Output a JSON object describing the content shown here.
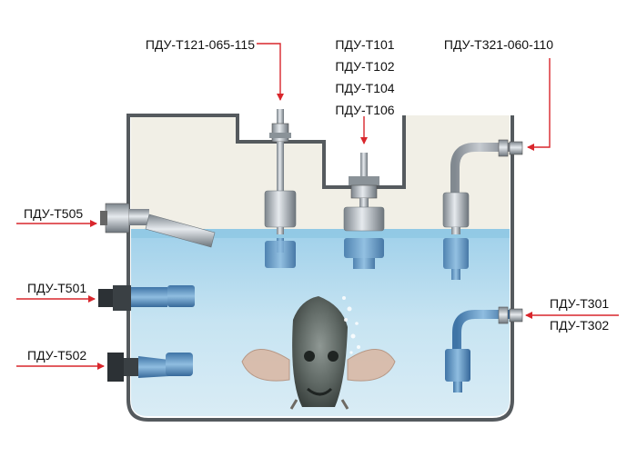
{
  "labels": {
    "top_left": "ПДУ-Т121-065-115",
    "top_mid": [
      "ПДУ-Т101",
      "ПДУ-Т102",
      "ПДУ-Т104",
      "ПДУ-Т106"
    ],
    "top_right": "ПДУ-Т321-060-110",
    "left_1": "ПДУ-Т505",
    "left_2": "ПДУ-Т501",
    "left_3": "ПДУ-Т502",
    "right_1": "ПДУ-Т301",
    "right_2": "ПДУ-Т302"
  },
  "colors": {
    "tank_wall": "#555a5e",
    "air": "#f1efe6",
    "water_top": "#a8d4ea",
    "water_bottom": "#d3e8f3",
    "arrow": "#d9262c",
    "metal": "#b8bec4"
  },
  "icons": [
    "fish-icon",
    "bubble-icon",
    "float-sensor-icon"
  ]
}
